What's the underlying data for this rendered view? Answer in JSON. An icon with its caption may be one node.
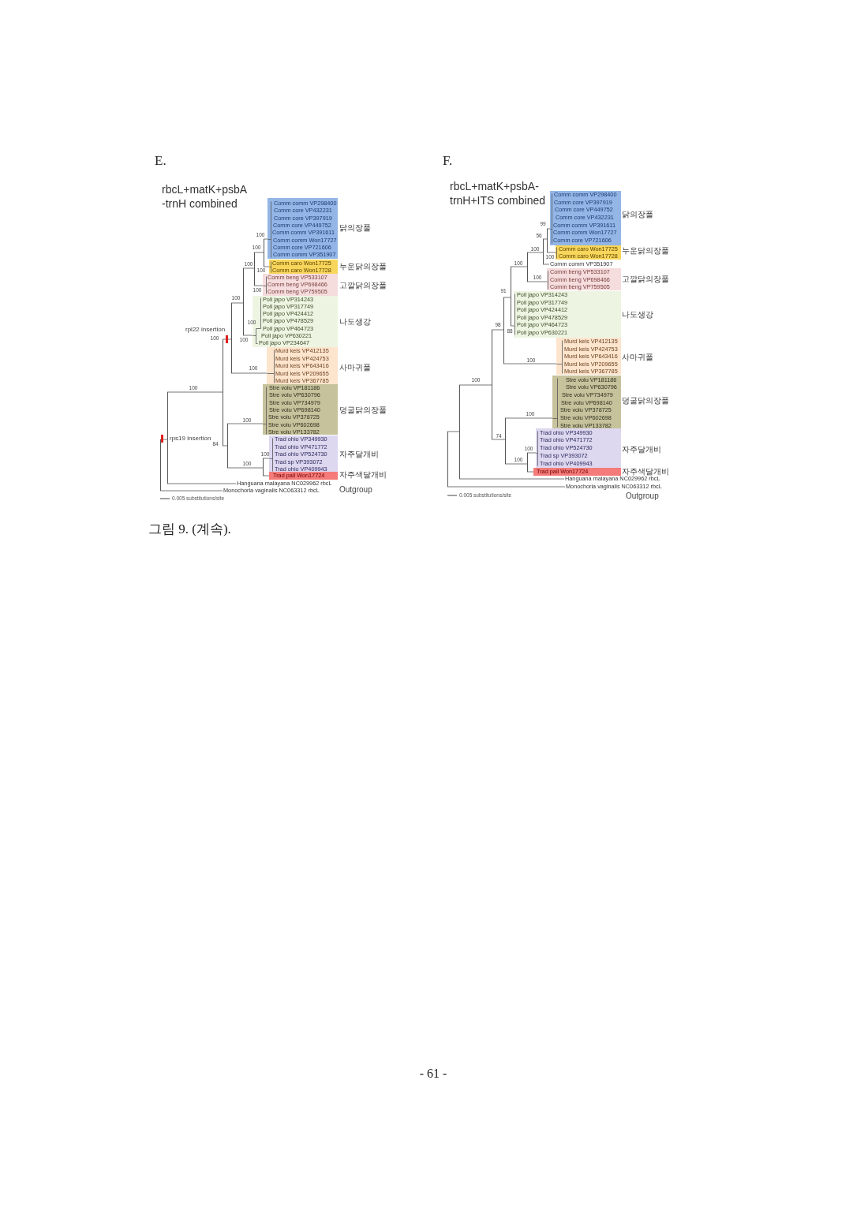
{
  "diagram": {
    "caption": "그림 9. (계속).",
    "nodes": [
      {
        "text": [
          "Comm comm VP298400",
          "Comm core VP432231",
          "Comm core VP397919",
          "Comm core VP449752",
          "Comm comm VP391611",
          "Comm comm Won17727",
          "Comm core VP721606",
          "Comm comm VP351907"
        ],
        "beside": [
          "닭의장풀"
        ]
      },
      {
        "text": [
          "Comm caro Won17725",
          "Comm caro Won17728"
        ],
        "beside": [
          "누운닭의장풀"
        ]
      },
      {
        "text": [
          "Comm beng VP533107",
          "Comm beng VP698466",
          "Comm beng VP759505"
        ],
        "beside": [
          "고깔닭의장풀"
        ]
      },
      {
        "text": [
          "Poll japo VP314243",
          "Poll japo VP317749",
          "Poll japo VP424412",
          "Poll japo VP478529",
          "Poll japo VP464723",
          "Poll japo VP630221",
          "Poll japo VP234647"
        ],
        "beside": [
          "나도생강"
        ]
      },
      {
        "text": [
          "Murd keis VP412135",
          "Murd keis VP424753",
          "Murd keis VP643416",
          "Murd keis VP209655",
          "Murd keis VP367785"
        ],
        "beside": [
          "사마귀풀"
        ]
      },
      {
        "text": [
          "Stre volu VP181186",
          "Stre volu VP630796",
          "Stre volu VP734979",
          "Stre volu VP698140",
          "Stre volu VP378725",
          "Stre volu VP602698",
          "Stre volu VP133782"
        ],
        "beside": [
          "덩굴닭의장풀"
        ]
      },
      {
        "text": [
          "Trad ohio VP349930",
          "Trad ohio VP471772",
          "Trad ohio VP524730",
          "Trad sp VP393072",
          "Trad ohio VP409943"
        ],
        "beside": [
          "자주달개비"
        ]
      },
      {
        "text": [
          "Trad pall Won17724"
        ],
        "beside": [
          "자주색달개비"
        ]
      },
      {
        "text": [
          "Hanguana malayana NC029962 rbcL"
        ]
      },
      {
        "text": [
          "Monochoria vaginalis NC063312 rbcL"
        ]
      },
      {
        "text": [],
        "shape": "bar"
      },
      {
        "text": [],
        "shape": "bar"
      },
      {
        "text": [],
        "shape": "bar"
      },
      {
        "text": [],
        "shape": "bar"
      },
      {
        "text": [],
        "shape": "bar"
      },
      {
        "text": [],
        "shape": "bar"
      },
      {
        "text": [],
        "shape": "bar"
      },
      {
        "text": [],
        "shape": "bar"
      },
      {
        "text": [],
        "shape": "bar"
      },
      {
        "text": [
          "Comm comm VP298400",
          "Comm core VP397919",
          "Comm core VP449752",
          "Comm core VP432231",
          "Comm comm VP391611",
          "Comm comm Won17727",
          "Comm core VP721606"
        ],
        "beside": [
          "닭의장풀"
        ]
      },
      {
        "text": [
          "Comm caro Won17725",
          "Comm caro Won17728"
        ],
        "beside": [
          "누운닭의장풀"
        ]
      },
      {
        "text": [
          "Comm beng VP533107",
          "Comm beng VP698466",
          "Comm beng VP759505"
        ],
        "beside": [
          "고깔닭의장풀"
        ]
      },
      {
        "text": [
          "Poll japo VP314243",
          "Poll japo VP317749",
          "Poll japo VP424412",
          "Poll japo VP478529",
          "Poll japo VP464723",
          "Poll japo VP630221"
        ],
        "beside": [
          "나도생강"
        ]
      },
      {
        "text": [
          "Murd keis VP412135",
          "Murd keis VP424753",
          "Murd keis VP643416",
          "Murd keis VP209655",
          "Murd keis VP367785"
        ],
        "beside": [
          "사마귀풀"
        ]
      },
      {
        "text": [
          "Stre volu VP181186",
          "Stre volu VP630796",
          "Stre volu VP734979",
          "Stre volu VP698140",
          "Stre volu VP378725",
          "Stre volu VP602698",
          "Stre volu VP133782"
        ],
        "beside": [
          "덩굴닭의장풀"
        ]
      },
      {
        "text": [
          "Trad ohio VP349930",
          "Trad ohio VP471772",
          "Trad ohio VP524730",
          "Trad sp VP393072",
          "Trad ohio VP409943"
        ],
        "beside": [
          "자주달개비"
        ]
      },
      {
        "text": [
          "Trad pall Won17724"
        ],
        "beside": [
          "자주색달개비"
        ]
      },
      {
        "text": [
          "Comm comm VP351907"
        ]
      },
      {
        "text": [
          "Hanguana malayana NC029962 rbcL"
        ]
      },
      {
        "text": [
          "Monochoria vaginalis NC063312 rbcL"
        ]
      },
      {
        "text": [],
        "shape": "bar"
      },
      {
        "text": [],
        "shape": "bar"
      },
      {
        "text": [],
        "shape": "bar"
      },
      {
        "text": [],
        "shape": "bar"
      },
      {
        "text": [],
        "shape": "bar"
      },
      {
        "text": [],
        "shape": "bar"
      },
      {
        "text": [],
        "shape": "bar"
      },
      {
        "text": [],
        "shape": "bar"
      },
      {
        "text": [],
        "shape": "bar"
      },
      {
        "text": [],
        "shape": "bar"
      }
    ],
    "edges": [
      {
        "from": 10,
        "to": 11,
        "arrow": "none"
      },
      {
        "from": 10,
        "to": 9,
        "arrow": "none"
      },
      {
        "from": 11,
        "to": 12,
        "arrow": "none"
      },
      {
        "from": 11,
        "to": 8,
        "arrow": "none"
      },
      {
        "from": 12,
        "to": 14,
        "arrow": "none"
      },
      {
        "from": 12,
        "to": 13,
        "arrow": "none"
      },
      {
        "from": 14,
        "to": 15,
        "arrow": "none"
      },
      {
        "from": 14,
        "to": 4,
        "arrow": "none"
      },
      {
        "from": 15,
        "to": 16,
        "arrow": "none"
      },
      {
        "from": 15,
        "to": 3,
        "arrow": "none"
      },
      {
        "from": 16,
        "to": 18,
        "arrow": "none"
      },
      {
        "from": 16,
        "to": 2,
        "arrow": "none"
      },
      {
        "from": 18,
        "to": 0,
        "arrow": "none"
      },
      {
        "from": 18,
        "to": 1,
        "arrow": "none"
      },
      {
        "from": 13,
        "to": 5,
        "arrow": "none"
      },
      {
        "from": 13,
        "to": 17,
        "arrow": "none"
      },
      {
        "from": 17,
        "to": 6,
        "arrow": "none"
      },
      {
        "from": 17,
        "to": 7,
        "arrow": "none"
      },
      {
        "from": 30,
        "to": 31,
        "arrow": "none"
      },
      {
        "from": 30,
        "to": 29,
        "arrow": "none"
      },
      {
        "from": 31,
        "to": 32,
        "arrow": "none"
      },
      {
        "from": 31,
        "to": 28,
        "arrow": "none"
      },
      {
        "from": 32,
        "to": 33,
        "arrow": "none"
      },
      {
        "from": 32,
        "to": 34,
        "arrow": "none"
      },
      {
        "from": 33,
        "to": 35,
        "arrow": "none"
      },
      {
        "from": 33,
        "to": 23,
        "arrow": "none"
      },
      {
        "from": 35,
        "to": 36,
        "arrow": "none"
      },
      {
        "from": 35,
        "to": 22,
        "arrow": "none"
      },
      {
        "from": 36,
        "to": 38,
        "arrow": "none"
      },
      {
        "from": 36,
        "to": 21,
        "arrow": "none"
      },
      {
        "from": 38,
        "to": 39,
        "arrow": "none"
      },
      {
        "from": 38,
        "to": 27,
        "arrow": "none"
      },
      {
        "from": 39,
        "to": 19,
        "arrow": "none"
      },
      {
        "from": 39,
        "to": 20,
        "arrow": "none"
      },
      {
        "from": 34,
        "to": 24,
        "arrow": "none"
      },
      {
        "from": 34,
        "to": 37,
        "arrow": "none"
      },
      {
        "from": 37,
        "to": 25,
        "arrow": "none"
      },
      {
        "from": 37,
        "to": 26,
        "arrow": "none"
      }
    ],
    "labels": [
      "E.",
      "F.",
      "rbcL+matK+psbA -trnH combined",
      "rbcL+matK+psbA- trnH+ITS combined",
      "100",
      "100",
      "100",
      "100",
      "100",
      "100",
      "100",
      "rpl22 insertion",
      "100",
      "100",
      "100",
      "100",
      "100",
      "rps19 insertion",
      "84",
      "100",
      "100",
      "Outgroup",
      "0.005 substitutions/site",
      "99",
      "56",
      "100",
      "100",
      "100",
      "100",
      "91",
      "98",
      "88",
      "100",
      "100",
      "100",
      "74",
      "100",
      "100",
      "Outgroup",
      "0.005 substitutions/site",
      "- 61 -"
    ]
  }
}
